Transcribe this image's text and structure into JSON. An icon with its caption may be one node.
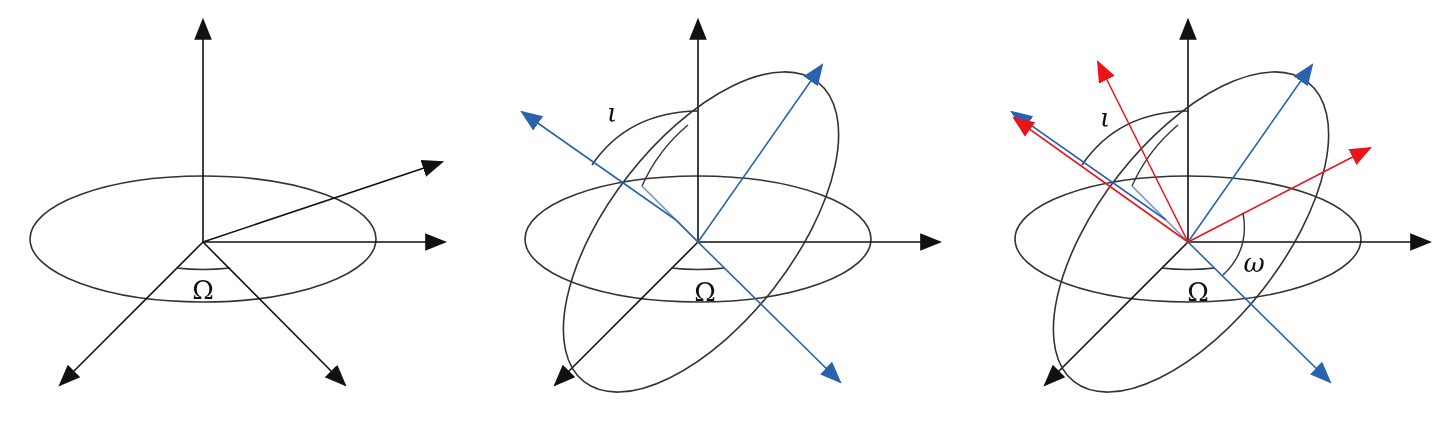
{
  "diagram": {
    "labels": [
      "Ω",
      "ι",
      "Ω",
      "ι",
      "ω",
      "Ω"
    ]
  }
}
